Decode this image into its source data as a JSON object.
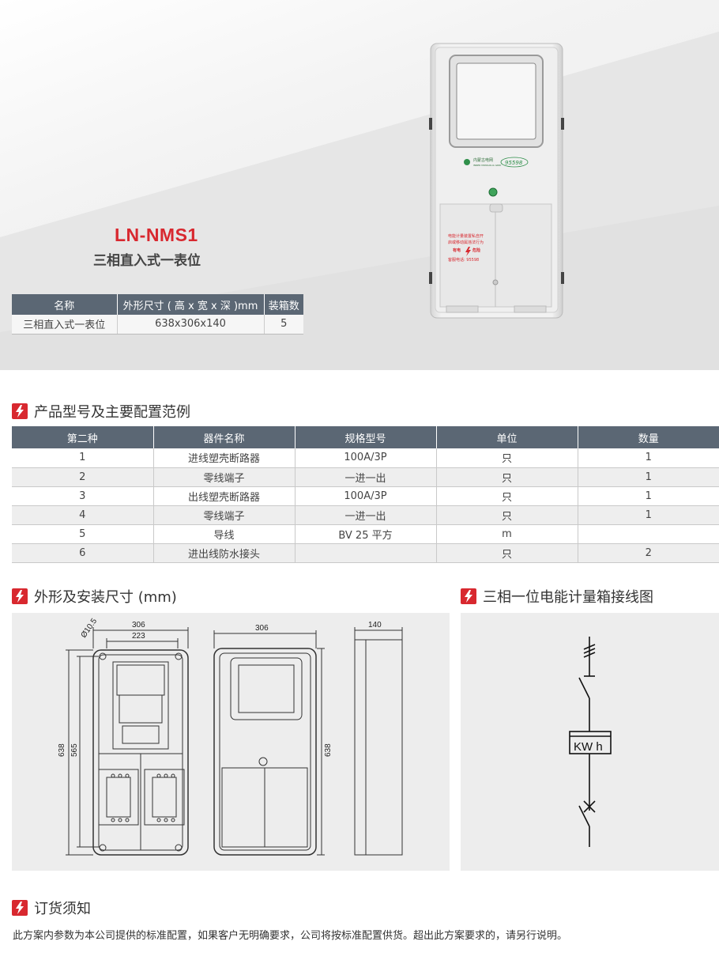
{
  "hero": {
    "model": "LN-NMS1",
    "subtitle": "三相直入式一表位",
    "spec_headers": [
      "名称",
      "外形尺寸 ( 高 x 宽 x 深 )mm",
      "装箱数"
    ],
    "spec_row": [
      "三相直入式一表位",
      "638x306x140",
      "5"
    ],
    "product_label": {
      "brand": "内蒙古电网",
      "brand_en": "INNER MONGOLIA GRID",
      "hotline_logo": "95598",
      "warning_line1": "电能计量装置私自开",
      "warning_line2": "启或移动属违法行为",
      "danger": "有电",
      "danger2": "危险",
      "service": "客服电话: 95598"
    }
  },
  "sections": {
    "config_title": "产品型号及主要配置范例",
    "dims_title": "外形及安装尺寸 (mm)",
    "wiring_title": "三相一位电能计量箱接线图",
    "order_title": "订货须知"
  },
  "config": {
    "headers": [
      "第二种",
      "器件名称",
      "规格型号",
      "单位",
      "数量"
    ],
    "rows": [
      [
        "1",
        "进线塑壳断路器",
        "100A/3P",
        "只",
        "1"
      ],
      [
        "2",
        "零线端子",
        "一进一出",
        "只",
        "1"
      ],
      [
        "3",
        "出线塑壳断路器",
        "100A/3P",
        "只",
        "1"
      ],
      [
        "4",
        "零线端子",
        "一进一出",
        "只",
        "1"
      ],
      [
        "5",
        "导线",
        "BV 25 平方",
        "m",
        ""
      ],
      [
        "6",
        "进出线防水接头",
        "",
        "只",
        "2"
      ]
    ]
  },
  "dimensions": {
    "width_outer": "306",
    "width_mount": "223",
    "hole": "Ø10.5",
    "height_outer": "638",
    "height_mount": "565",
    "front_width": "306",
    "front_height": "638",
    "depth": "140"
  },
  "wiring": {
    "meter_label": "KW h"
  },
  "notice": "此方案内参数为本公司提供的标准配置，如果客户无明确要求，公司将按标准配置供货。超出此方案要求的，请另行说明。",
  "colors": {
    "accent": "#d8282f",
    "table_header": "#5b6774",
    "panel_bg": "#ededed"
  }
}
